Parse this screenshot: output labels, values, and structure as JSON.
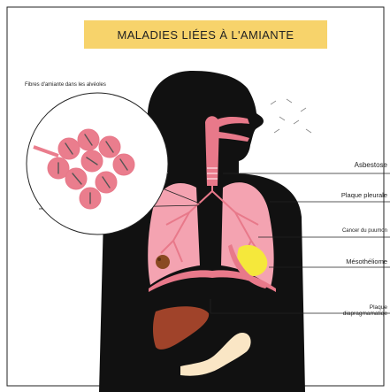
{
  "title": "MALADIES LIÉES À L'AMIANTE",
  "inset_caption": "Fibres d'amiante dans les alvéoles",
  "labels": {
    "asbestose": "Asbestose",
    "plaque_pleurale": "Plaque pleurale",
    "cancer_poumon": "Cancer du puumon",
    "mesotheliome": "Mésothéliome",
    "plaque_diaphragmatique_line1": "Plaque",
    "plaque_diaphragmatique_line2": "diapragmamatiqe"
  },
  "colors": {
    "banner": "#f7d36b",
    "silhouette": "#111111",
    "lung": "#f4a3b1",
    "airway": "#e8798a",
    "tumor": "#f5e83b",
    "liver": "#a0432a",
    "intestine": "#fae6c5",
    "lesion": "#8a4a22"
  }
}
